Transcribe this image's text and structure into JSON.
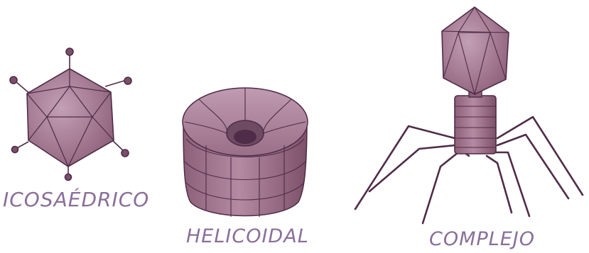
{
  "labels": {
    "icosahedral": "ICOSAÉDRICO",
    "helical": "HELICOIDAL",
    "complex": "COMPLEJO"
  },
  "colors": {
    "fill": "#a4788f",
    "fill_dark": "#6f4a63",
    "fill_light": "#c3a0b5",
    "outline": "#4f2c48",
    "label": "#8a6f98"
  }
}
